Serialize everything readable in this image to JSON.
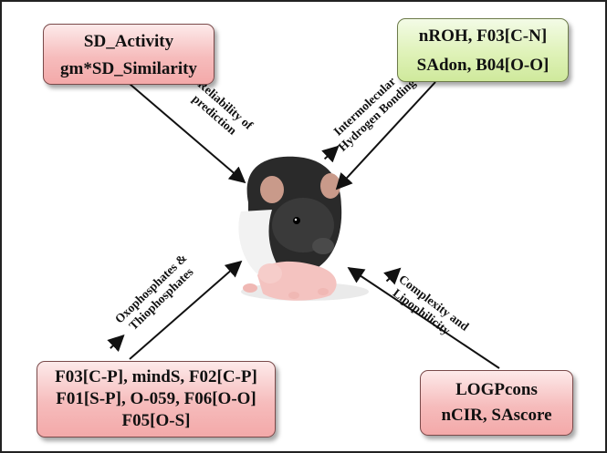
{
  "boxes": {
    "top_left": {
      "lines": [
        "SD_Activity",
        "gm*SD_Similarity"
      ]
    },
    "top_right": {
      "lines": [
        "nROH, F03[C-N]",
        "SAdon, B04[O-O]"
      ]
    },
    "bottom_left": {
      "lines": [
        "F03[C-P], mindS, F02[C-P]",
        "F01[S-P], O-059, F06[O-O]",
        "F05[O-S]"
      ]
    },
    "bottom_right": {
      "lines": [
        "LOGPcons",
        "nCIR, SAscore"
      ]
    }
  },
  "arrow_labels": {
    "top_left": [
      "Reliability of",
      "prediction"
    ],
    "top_right": [
      "Intermolecular",
      "Hydrogen Bonding"
    ],
    "bottom_left": [
      "Oxophosphates &",
      "Thiophosphates"
    ],
    "bottom_right": [
      "Complexity and",
      "Lipophilicity"
    ]
  },
  "colors": {
    "pink_box": "#f6bcbc",
    "green_box": "#dff2b8",
    "arrow": "#111111"
  }
}
